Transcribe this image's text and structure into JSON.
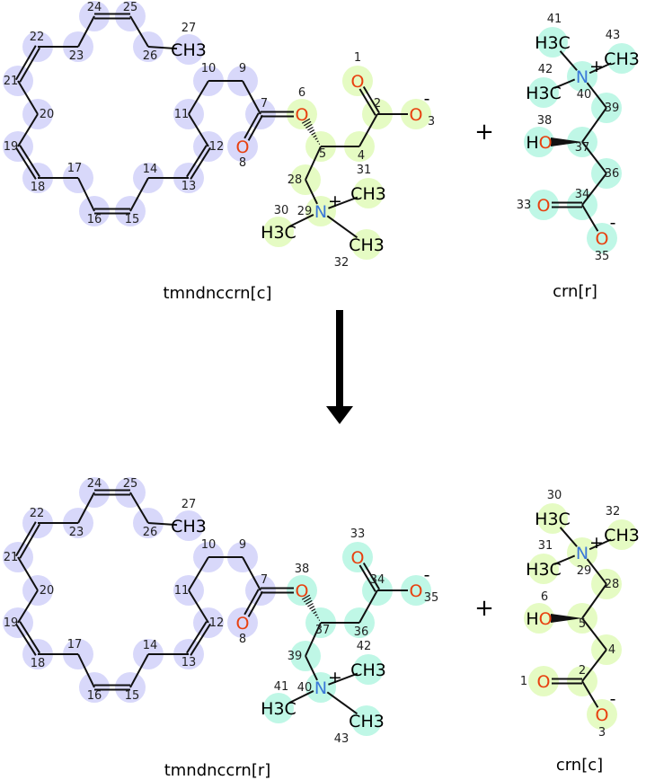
{
  "colors": {
    "lavender": "#d8d8fa",
    "yellow": "#e5fbc3",
    "mint": "#bff7e6",
    "oxygen": "#e8400f",
    "nitrogen": "#3a78d8",
    "bond": "#111111"
  },
  "reaction": {
    "arrow": "reaction-arrow",
    "plus_sign": "+",
    "reactants": [
      {
        "name": "tmndnccrn[c]",
        "chain_color": "lavender",
        "head_color": "yellow",
        "atoms": [
          {
            "n": "24"
          },
          {
            "n": "25"
          },
          {
            "n": "26"
          },
          {
            "n": "27",
            "sym": "CH3"
          },
          {
            "n": "23"
          },
          {
            "n": "22"
          },
          {
            "n": "21"
          },
          {
            "n": "20"
          },
          {
            "n": "19"
          },
          {
            "n": "18"
          },
          {
            "n": "17"
          },
          {
            "n": "16"
          },
          {
            "n": "15"
          },
          {
            "n": "14"
          },
          {
            "n": "13"
          },
          {
            "n": "12"
          },
          {
            "n": "11"
          },
          {
            "n": "10"
          },
          {
            "n": "9"
          },
          {
            "n": "7"
          },
          {
            "n": "8",
            "sym": "O"
          },
          {
            "n": "6",
            "sym": "O"
          },
          {
            "n": "5"
          },
          {
            "n": "4"
          },
          {
            "n": "2"
          },
          {
            "n": "1",
            "sym": "O"
          },
          {
            "n": "3",
            "sym": "O",
            "charge": "-"
          },
          {
            "n": "28"
          },
          {
            "n": "29",
            "sym": "N",
            "charge": "+"
          },
          {
            "n": "30",
            "sym": "H3C"
          },
          {
            "n": "31",
            "sym": "CH3"
          },
          {
            "n": "32",
            "sym": "CH3"
          }
        ]
      },
      {
        "name": "crn[r]",
        "color": "mint",
        "atoms": [
          {
            "n": "41",
            "sym": "H3C"
          },
          {
            "n": "43",
            "sym": "CH3"
          },
          {
            "n": "42",
            "sym": "H3C"
          },
          {
            "n": "40",
            "sym": "N",
            "charge": "+"
          },
          {
            "n": "39"
          },
          {
            "n": "37"
          },
          {
            "n": "38",
            "sym": "HO"
          },
          {
            "n": "36"
          },
          {
            "n": "34"
          },
          {
            "n": "33",
            "sym": "O"
          },
          {
            "n": "35",
            "sym": "O",
            "charge": "-"
          }
        ]
      }
    ],
    "products": [
      {
        "name": "tmndnccrn[r]",
        "chain_color": "lavender",
        "head_color": "mint",
        "atoms": [
          {
            "n": "24"
          },
          {
            "n": "25"
          },
          {
            "n": "26"
          },
          {
            "n": "27",
            "sym": "CH3"
          },
          {
            "n": "23"
          },
          {
            "n": "22"
          },
          {
            "n": "21"
          },
          {
            "n": "20"
          },
          {
            "n": "19"
          },
          {
            "n": "18"
          },
          {
            "n": "17"
          },
          {
            "n": "16"
          },
          {
            "n": "15"
          },
          {
            "n": "14"
          },
          {
            "n": "13"
          },
          {
            "n": "12"
          },
          {
            "n": "11"
          },
          {
            "n": "10"
          },
          {
            "n": "9"
          },
          {
            "n": "7"
          },
          {
            "n": "8",
            "sym": "O"
          },
          {
            "n": "38",
            "sym": "O"
          },
          {
            "n": "37"
          },
          {
            "n": "36"
          },
          {
            "n": "34"
          },
          {
            "n": "33",
            "sym": "O"
          },
          {
            "n": "35",
            "sym": "O",
            "charge": "-"
          },
          {
            "n": "39"
          },
          {
            "n": "40",
            "sym": "N",
            "charge": "+"
          },
          {
            "n": "41",
            "sym": "H3C"
          },
          {
            "n": "42",
            "sym": "CH3"
          },
          {
            "n": "43",
            "sym": "CH3"
          }
        ]
      },
      {
        "name": "crn[c]",
        "color": "yellow",
        "atoms": [
          {
            "n": "30",
            "sym": "H3C"
          },
          {
            "n": "32",
            "sym": "CH3"
          },
          {
            "n": "31",
            "sym": "H3C"
          },
          {
            "n": "29",
            "sym": "N",
            "charge": "+"
          },
          {
            "n": "28"
          },
          {
            "n": "5"
          },
          {
            "n": "6",
            "sym": "HO"
          },
          {
            "n": "4"
          },
          {
            "n": "2"
          },
          {
            "n": "1",
            "sym": "O"
          },
          {
            "n": "3",
            "sym": "O",
            "charge": "-"
          }
        ]
      }
    ]
  }
}
